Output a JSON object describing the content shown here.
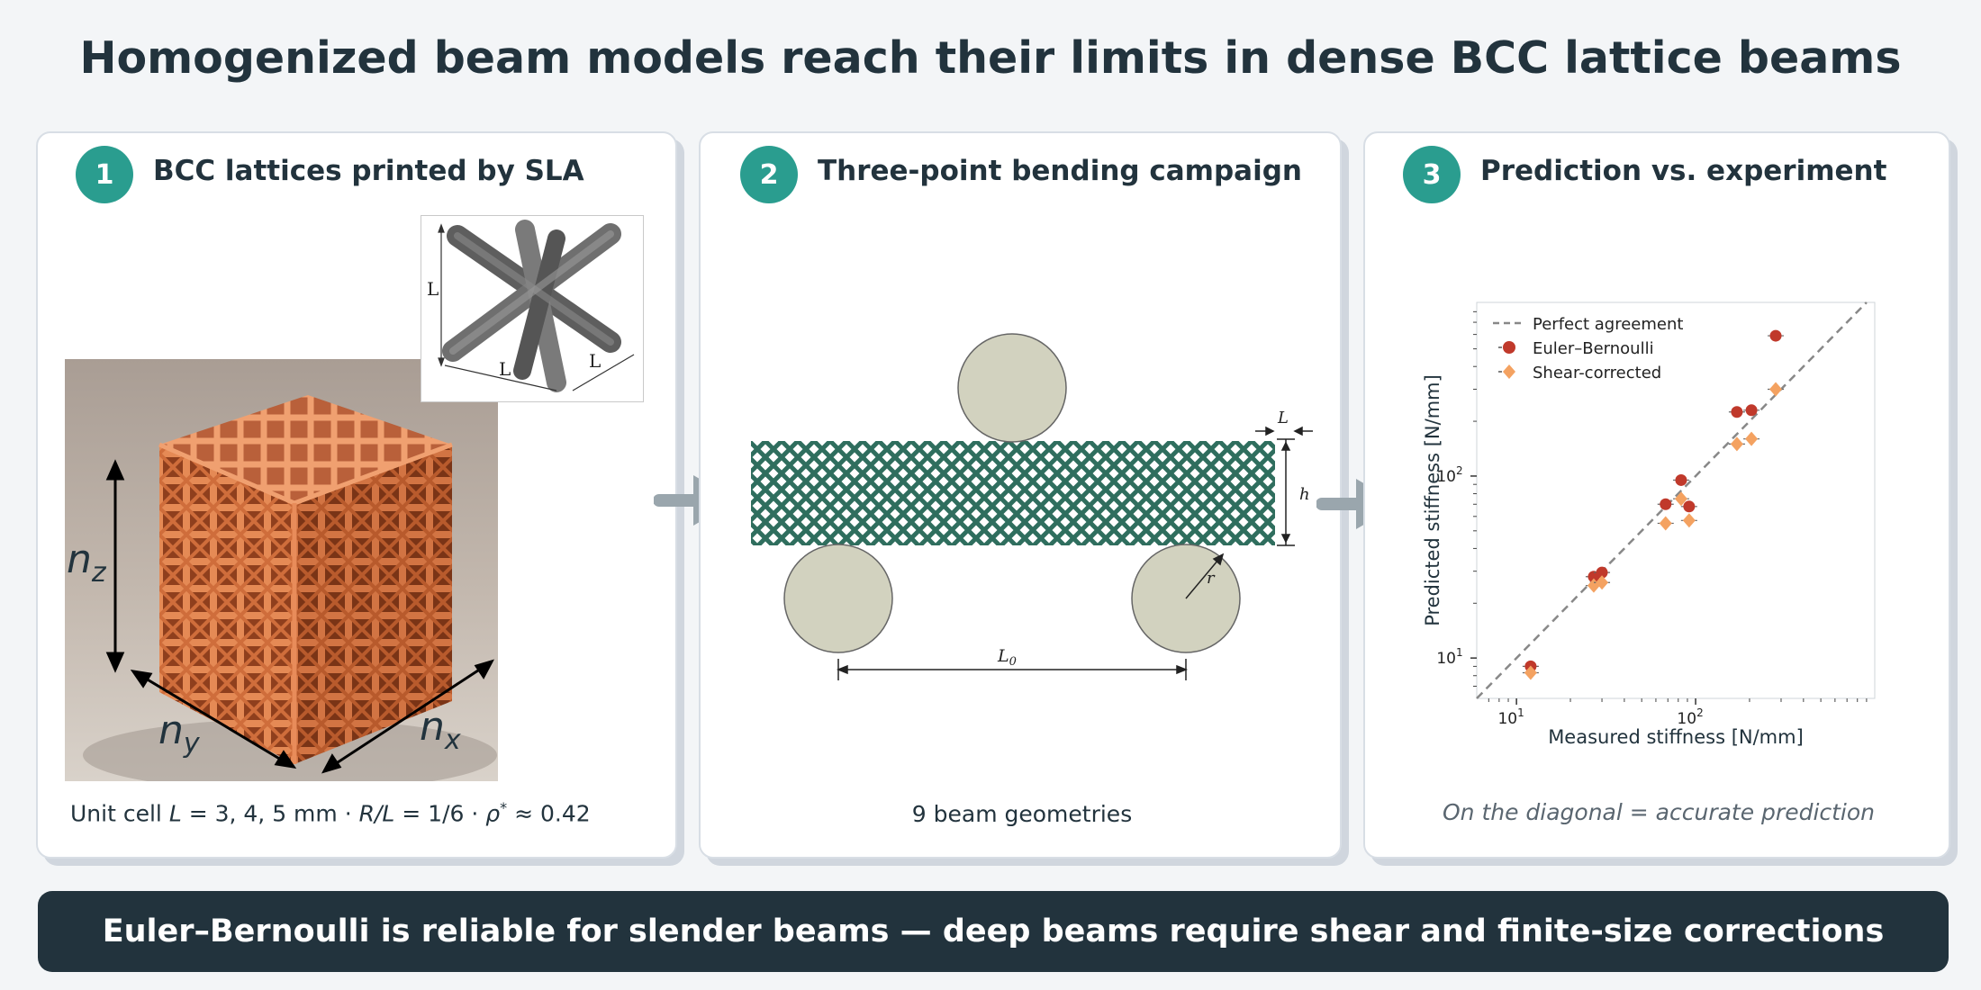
{
  "title": "Homogenized beam models reach their limits in dense BCC lattice beams",
  "panels": [
    {
      "number": "1",
      "title": "BCC lattices printed by SLA",
      "inset_label_l": "L",
      "photo_labels": {
        "nz": "n",
        "nz_sub": "z",
        "ny": "n",
        "ny_sub": "y",
        "nx": "n",
        "nx_sub": "x"
      },
      "caption_parts": [
        "Unit cell ",
        "L",
        " = 3, 4, 5 mm  ·  ",
        "R/L",
        " = 1/6  ·  ",
        "ρ",
        "*",
        " ≈  0.42"
      ]
    },
    {
      "number": "2",
      "title": "Three-point bending campaign",
      "dim_L": "L",
      "dim_h": "h",
      "dim_r": "r",
      "dim_L0": "L",
      "dim_L0_sub": "0",
      "caption": "9 beam geometries"
    },
    {
      "number": "3",
      "title": "Prediction vs. experiment",
      "caption": "On the diagonal = accurate prediction"
    }
  ],
  "footer": "Euler–Bernoulli is reliable for slender beams — deep beams require shear and finite-size corrections",
  "colors": {
    "teal": "#2a9d8f",
    "dark": "#22333d",
    "lattice": "#2f6e5e",
    "roller": "#d2d2bf",
    "euler": "#c0392b",
    "shear": "#f4a261",
    "arrow": "#9aa6ad",
    "print": "#d97a4a"
  },
  "chart_data": {
    "type": "scatter",
    "xlabel": "Measured stiffness [N/mm]",
    "ylabel": "Predicted stiffness [N/mm]",
    "xscale": "log",
    "yscale": "log",
    "xlim": [
      6,
      1000
    ],
    "ylim": [
      6,
      900
    ],
    "xticks": [
      {
        "value": 10,
        "label": "10",
        "sup": "1"
      },
      {
        "value": 100,
        "label": "10",
        "sup": "2"
      }
    ],
    "yticks": [
      {
        "value": 10,
        "label": "10",
        "sup": "1"
      },
      {
        "value": 100,
        "label": "10",
        "sup": "2"
      }
    ],
    "legend_position": "top-left",
    "reference_line": {
      "name": "Perfect agreement",
      "style": "dashed"
    },
    "series": [
      {
        "name": "Euler–Bernoulli",
        "marker": "circle",
        "points": [
          {
            "x": 12,
            "y": 9
          },
          {
            "x": 27,
            "y": 28
          },
          {
            "x": 30,
            "y": 29.5
          },
          {
            "x": 68,
            "y": 70
          },
          {
            "x": 83,
            "y": 95
          },
          {
            "x": 92,
            "y": 68
          },
          {
            "x": 170,
            "y": 225
          },
          {
            "x": 205,
            "y": 230
          },
          {
            "x": 280,
            "y": 590
          }
        ]
      },
      {
        "name": "Shear-corrected",
        "marker": "diamond",
        "points": [
          {
            "x": 12,
            "y": 8.3
          },
          {
            "x": 27,
            "y": 25
          },
          {
            "x": 30,
            "y": 26
          },
          {
            "x": 68,
            "y": 55
          },
          {
            "x": 83,
            "y": 75
          },
          {
            "x": 92,
            "y": 57
          },
          {
            "x": 170,
            "y": 150
          },
          {
            "x": 205,
            "y": 160
          },
          {
            "x": 280,
            "y": 300
          }
        ]
      }
    ]
  }
}
